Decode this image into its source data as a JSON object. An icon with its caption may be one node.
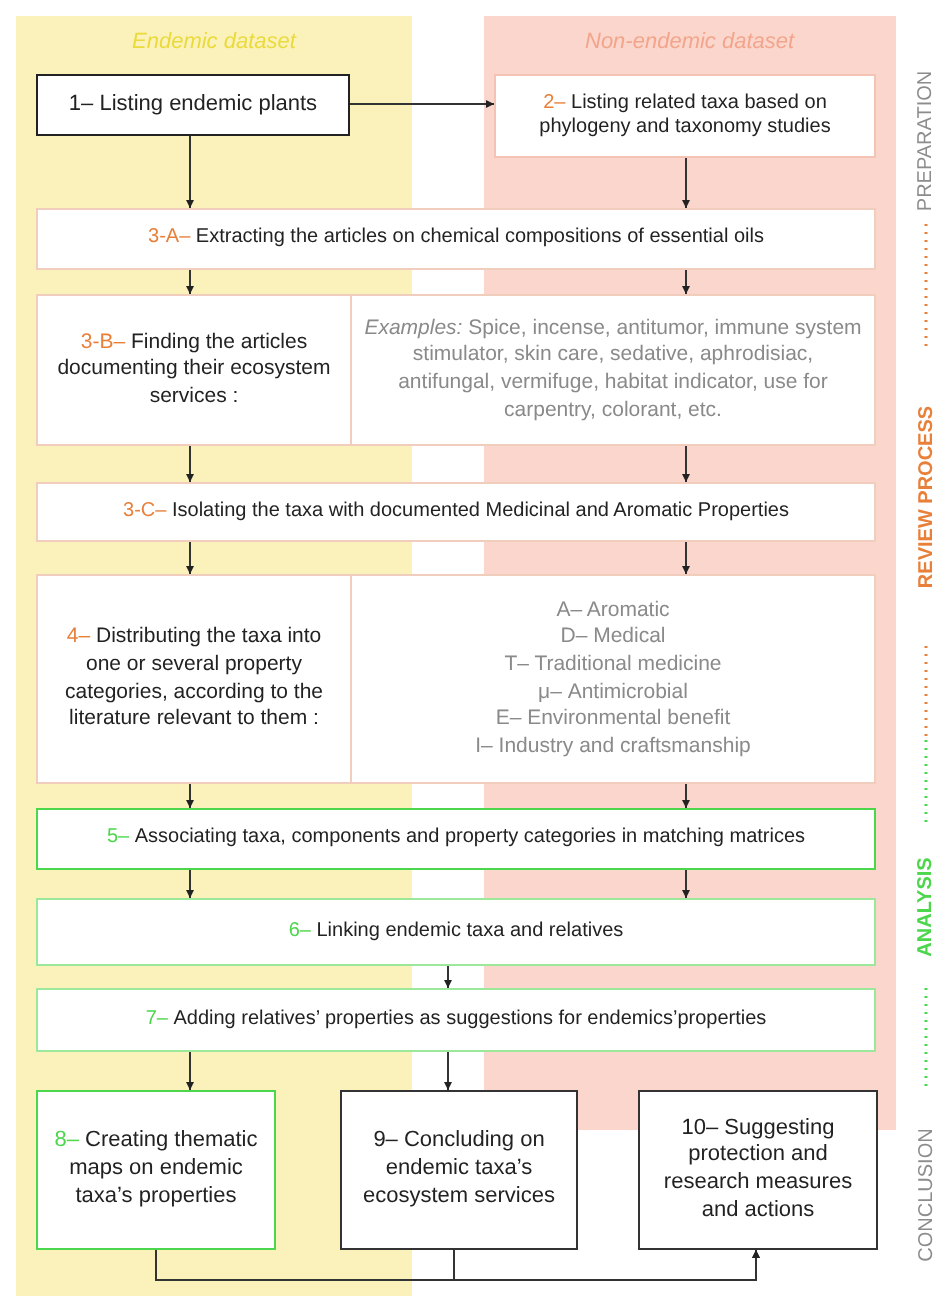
{
  "diagram": {
    "nodes": [
      {
        "text": [
          "1– Listing endemic plants"
        ]
      },
      {
        "text": [
          "2–",
          "Listing related taxa based on phylogeny and taxonomy studies"
        ]
      },
      {
        "text": [
          "3-A–",
          "Extracting the articles on chemical compositions of essential oils"
        ]
      },
      {
        "text": [
          "3-B–",
          "Finding the articles documenting their ecosystem services :",
          "*Examples:* Spice, incense, antitumor, immune system stimulator, skin care, sedative, aphrodisiac, antifungal, vermifuge, habitat indicator, use for carpentry, colorant, etc."
        ]
      },
      {
        "text": [
          "3-C–",
          "Isolating the taxa with documented Medicinal and Aromatic Properties"
        ]
      },
      {
        "text": [
          "4–",
          "Distributing the taxa into one or several property categories, according to the literature relevant to them :",
          "A– Aromatic",
          "D– Medical",
          "T– Traditional medicine",
          "μ– Antimicrobial",
          "E– Environmental benefit",
          "I– Industry and craftsmanship"
        ]
      },
      {
        "text": [
          "5–",
          "Associating taxa, components and property categories in matching matrices"
        ]
      },
      {
        "text": [
          "6–",
          "Linking endemic taxa and relatives"
        ]
      },
      {
        "text": [
          "7–",
          "Adding relatives’ properties as suggestions for endemics’properties"
        ]
      },
      {
        "text": [
          "8–",
          "Creating thematic maps on endemic taxa’s properties"
        ]
      },
      {
        "text": [
          "9– Concluding on endemic taxa’s ecosystem services"
        ]
      },
      {
        "text": [
          "10– Suggesting protection and research measures and actions"
        ]
      }
    ],
    "edges": [
      {
        "from": 0,
        "to": 1,
        "arrow": "to"
      },
      {
        "from": 0,
        "to": 2,
        "arrow": "to"
      },
      {
        "from": 1,
        "to": 2,
        "arrow": "to"
      },
      {
        "from": 2,
        "to": 3,
        "arrow": "to"
      },
      {
        "from": 2,
        "to": 3,
        "arrow": "to"
      },
      {
        "from": 3,
        "to": 4,
        "arrow": "to"
      },
      {
        "from": 3,
        "to": 4,
        "arrow": "to"
      },
      {
        "from": 4,
        "to": 5,
        "arrow": "to"
      },
      {
        "from": 4,
        "to": 5,
        "arrow": "to"
      },
      {
        "from": 5,
        "to": 6,
        "arrow": "to"
      },
      {
        "from": 5,
        "to": 6,
        "arrow": "to"
      },
      {
        "from": 6,
        "to": 7,
        "arrow": "to"
      },
      {
        "from": 6,
        "to": 7,
        "arrow": "to"
      },
      {
        "from": 7,
        "to": 8,
        "arrow": "to"
      },
      {
        "from": 8,
        "to": 9,
        "arrow": "to"
      },
      {
        "from": 8,
        "to": 10,
        "arrow": "to"
      },
      {
        "from": 9,
        "to": 11,
        "arrow": "to"
      },
      {
        "from": 10,
        "to": 11,
        "arrow": "to"
      }
    ],
    "labels": [
      "Endemic dataset",
      "Non-endemic dataset",
      "PREPARATION",
      "REVIEW PROCESS",
      "ANALYSIS",
      "CONCLUSION"
    ]
  }
}
